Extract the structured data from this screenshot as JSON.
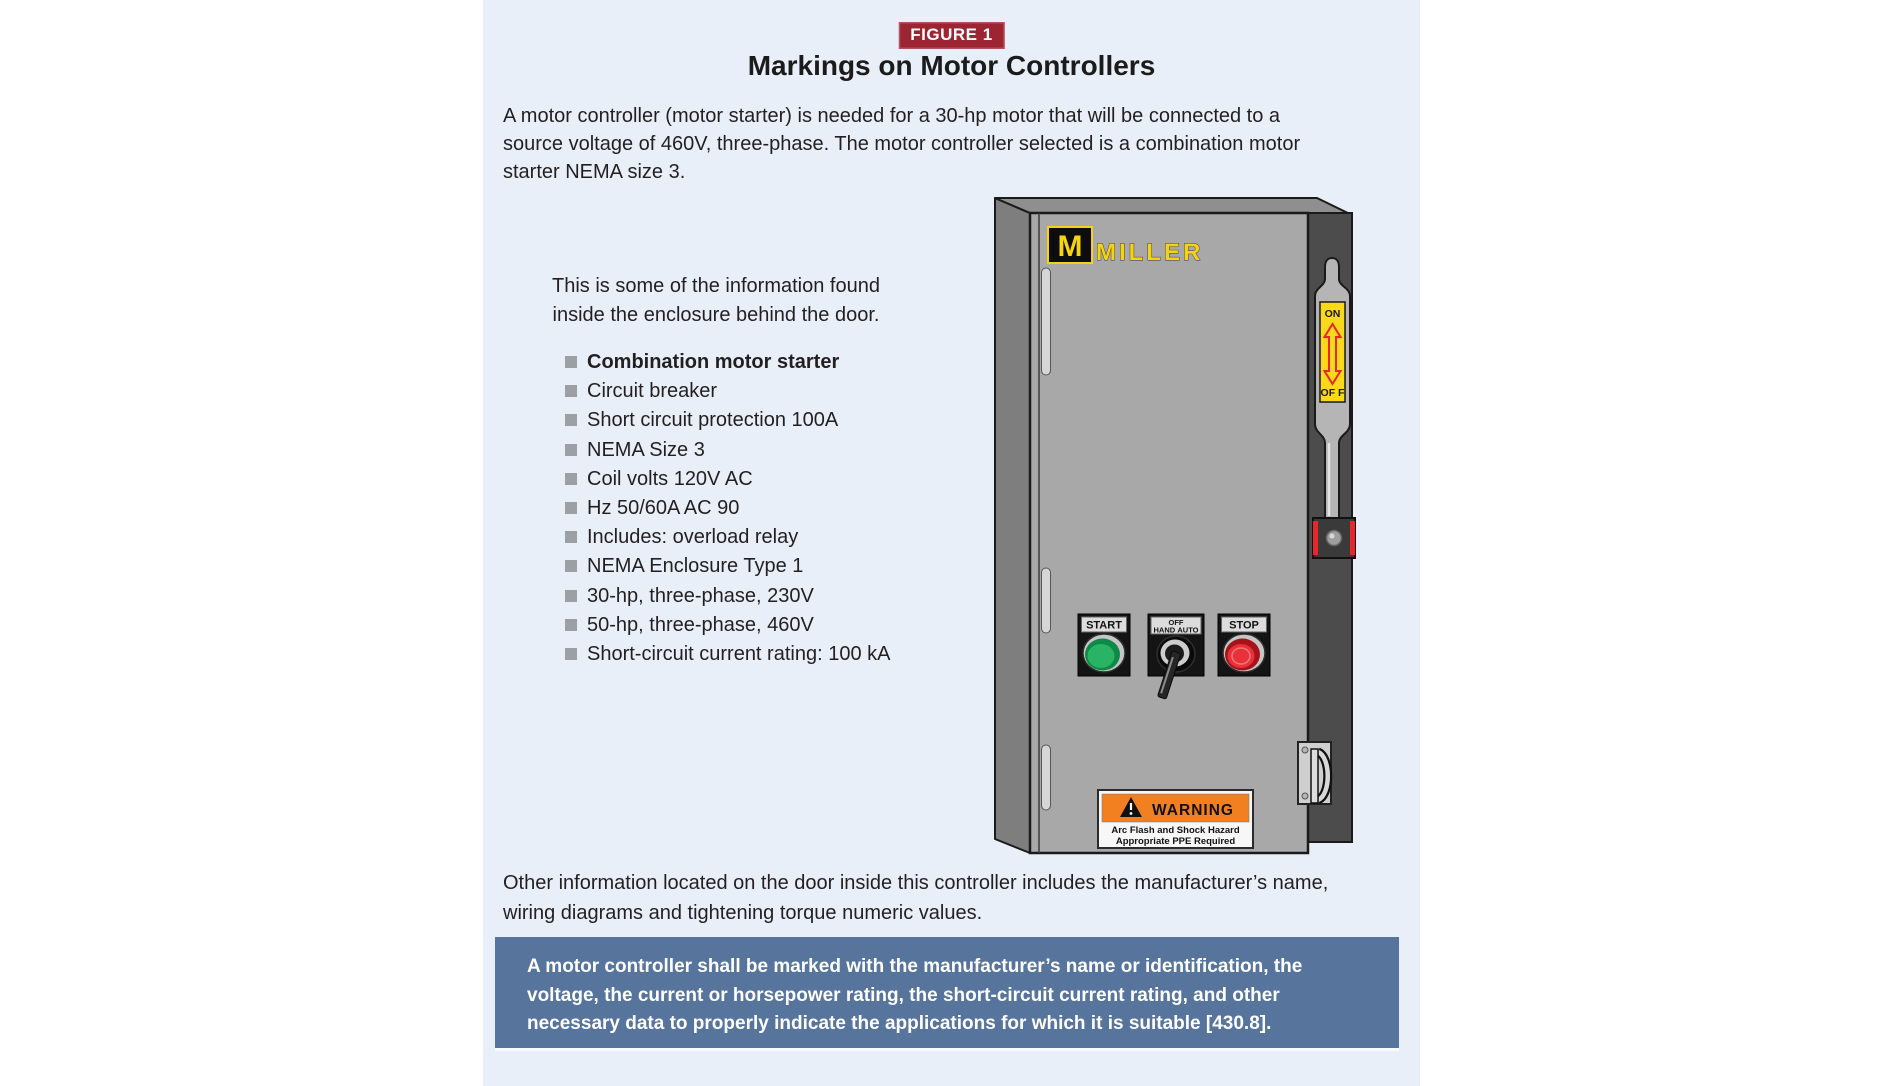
{
  "figure": {
    "badge_label": "FIGURE 1",
    "title": "Markings on Motor Controllers"
  },
  "intro_lines": [
    "A motor controller (motor starter) is needed for a 30-hp motor that will be connected to a",
    "source voltage of 460V, three-phase. The motor controller selected is a combination motor",
    "starter NEMA size 3."
  ],
  "info": {
    "heading_lines": [
      "This is some of the information found",
      "inside the enclosure behind the door."
    ],
    "items": [
      "Combination motor starter",
      "Circuit breaker",
      "Short circuit protection 100A",
      "NEMA Size 3",
      "Coil volts 120V AC",
      "Hz 50/60A AC 90",
      "Includes: overload relay",
      "NEMA Enclosure Type 1",
      "30-hp, three-phase, 230V",
      "50-hp, three-phase, 460V",
      "Short-circuit current rating: 100 kA"
    ]
  },
  "enclosure": {
    "brand_initial": "M",
    "brand_name": "MILLER",
    "disconnect": {
      "on_label": "ON",
      "off_label": "OF F"
    },
    "controls": {
      "start": "START",
      "selector_off": "OFF",
      "selector_hand": "HAND",
      "selector_auto": "AUTO",
      "stop": "STOP"
    },
    "warning": {
      "title": "WARNING",
      "line1": "Arc Flash and Shock Hazard",
      "line2": "Appropriate PPE Required"
    }
  },
  "closing_lines": [
    "Other information located on the door inside this controller includes the manufacturer’s name,",
    "wiring diagrams and tightening torque numeric values."
  ],
  "callout_lines": [
    "A motor controller shall be marked with the manufacturer’s name or identification, the",
    "voltage, the current or horsepower rating, the short-circuit current rating, and other",
    "necessary data to properly indicate the applications for which it is suitable [430.8]."
  ],
  "colors": {
    "panel_bg": "#e9eff8",
    "badge_bg": "#9c2531",
    "body_text": "#231f20",
    "callout_bg": "#56749c",
    "callout_text": "#ffffff",
    "bullet_gray": "#9ca0a5",
    "door_gray": "#a8a8a8",
    "side_dark_gray": "#4c4c4c",
    "brand_yellow": "#f5d312",
    "handle_label_yellow": "#fbd91a",
    "arrow_red": "#e8262d",
    "start_green": "#29b364",
    "stop_red": "#e63238",
    "warning_orange": "#f28021"
  }
}
